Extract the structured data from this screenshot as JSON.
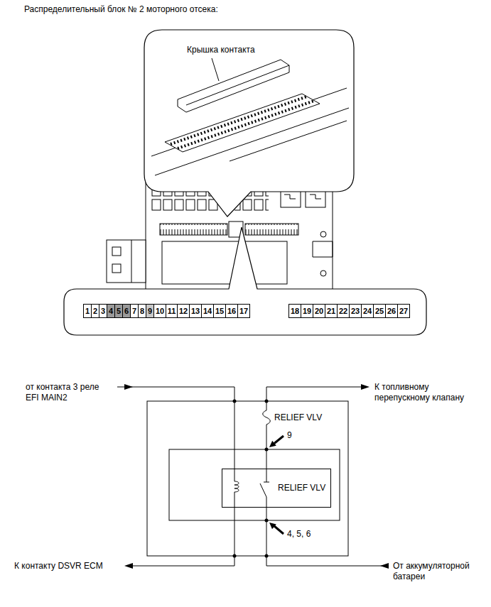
{
  "diagram": {
    "title": "Распределительный блок № 2 моторного отсека:",
    "nodes": [
      {
        "text": [
          "Крышка контакта"
        ]
      },
      {
        "text": [
          "RELIEF VLV"
        ]
      }
    ],
    "labels": [
      "1",
      "2",
      "3",
      "4",
      "5",
      "6",
      "7",
      "8",
      "9",
      "10",
      "11",
      "12",
      "13",
      "14",
      "15",
      "16",
      "17",
      "18",
      "19",
      "20",
      "21",
      "22",
      "23",
      "24",
      "25",
      "26",
      "27",
      "от контакта 3 реле EFI MAIN2",
      "К топливному перепускному клапану",
      "RELIEF VLV",
      "9",
      "4, 5, 6",
      "К контакту DSVR ECM",
      "От аккумуляторной батареи"
    ]
  }
}
